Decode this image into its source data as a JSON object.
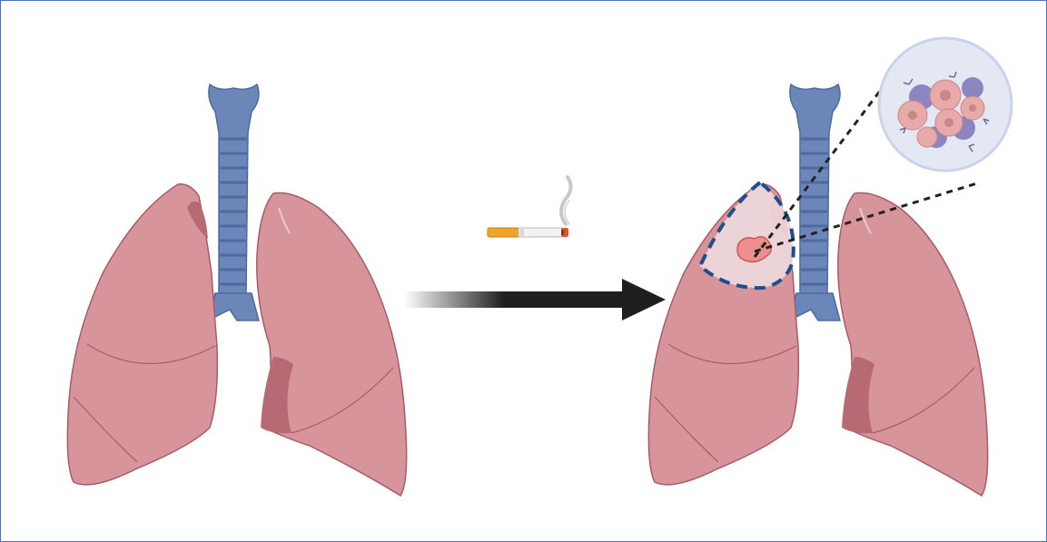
{
  "figure": {
    "description_visible_text": "",
    "colors": {
      "border": "#4a72c4",
      "lung_fill": "#d7959b",
      "lung_shadow": "#b86a74",
      "lung_outline": "#a85a66",
      "airway_fill": "#6b86b8",
      "airway_ring": "#4f6a9e",
      "arrow": "#1f1f1f",
      "tumor_region_fill": "#eed9de",
      "tumor_region_outline": "#1e4f8a",
      "tumor": "#ee8e8e",
      "zoom_circle_fill": "#e4e8f2",
      "zoom_circle_outline": "#c9d3ea",
      "cancer_cell": "#e7aaa9",
      "immune_cell": "#8a86c2",
      "cigarette_filter": "#f0a428",
      "cigarette_paper": "#f2f2f2",
      "cigarette_ember": "#e0542a",
      "smoke": "#c8c8c8"
    },
    "panels": [
      {
        "name": "healthy-lungs",
        "state": "healthy"
      },
      {
        "name": "affected-lungs",
        "state": "tumor-in-upper-right-lobe"
      }
    ],
    "icons": [
      "cigarette-icon",
      "progression-arrow-icon",
      "magnifier-callout-icon"
    ]
  }
}
